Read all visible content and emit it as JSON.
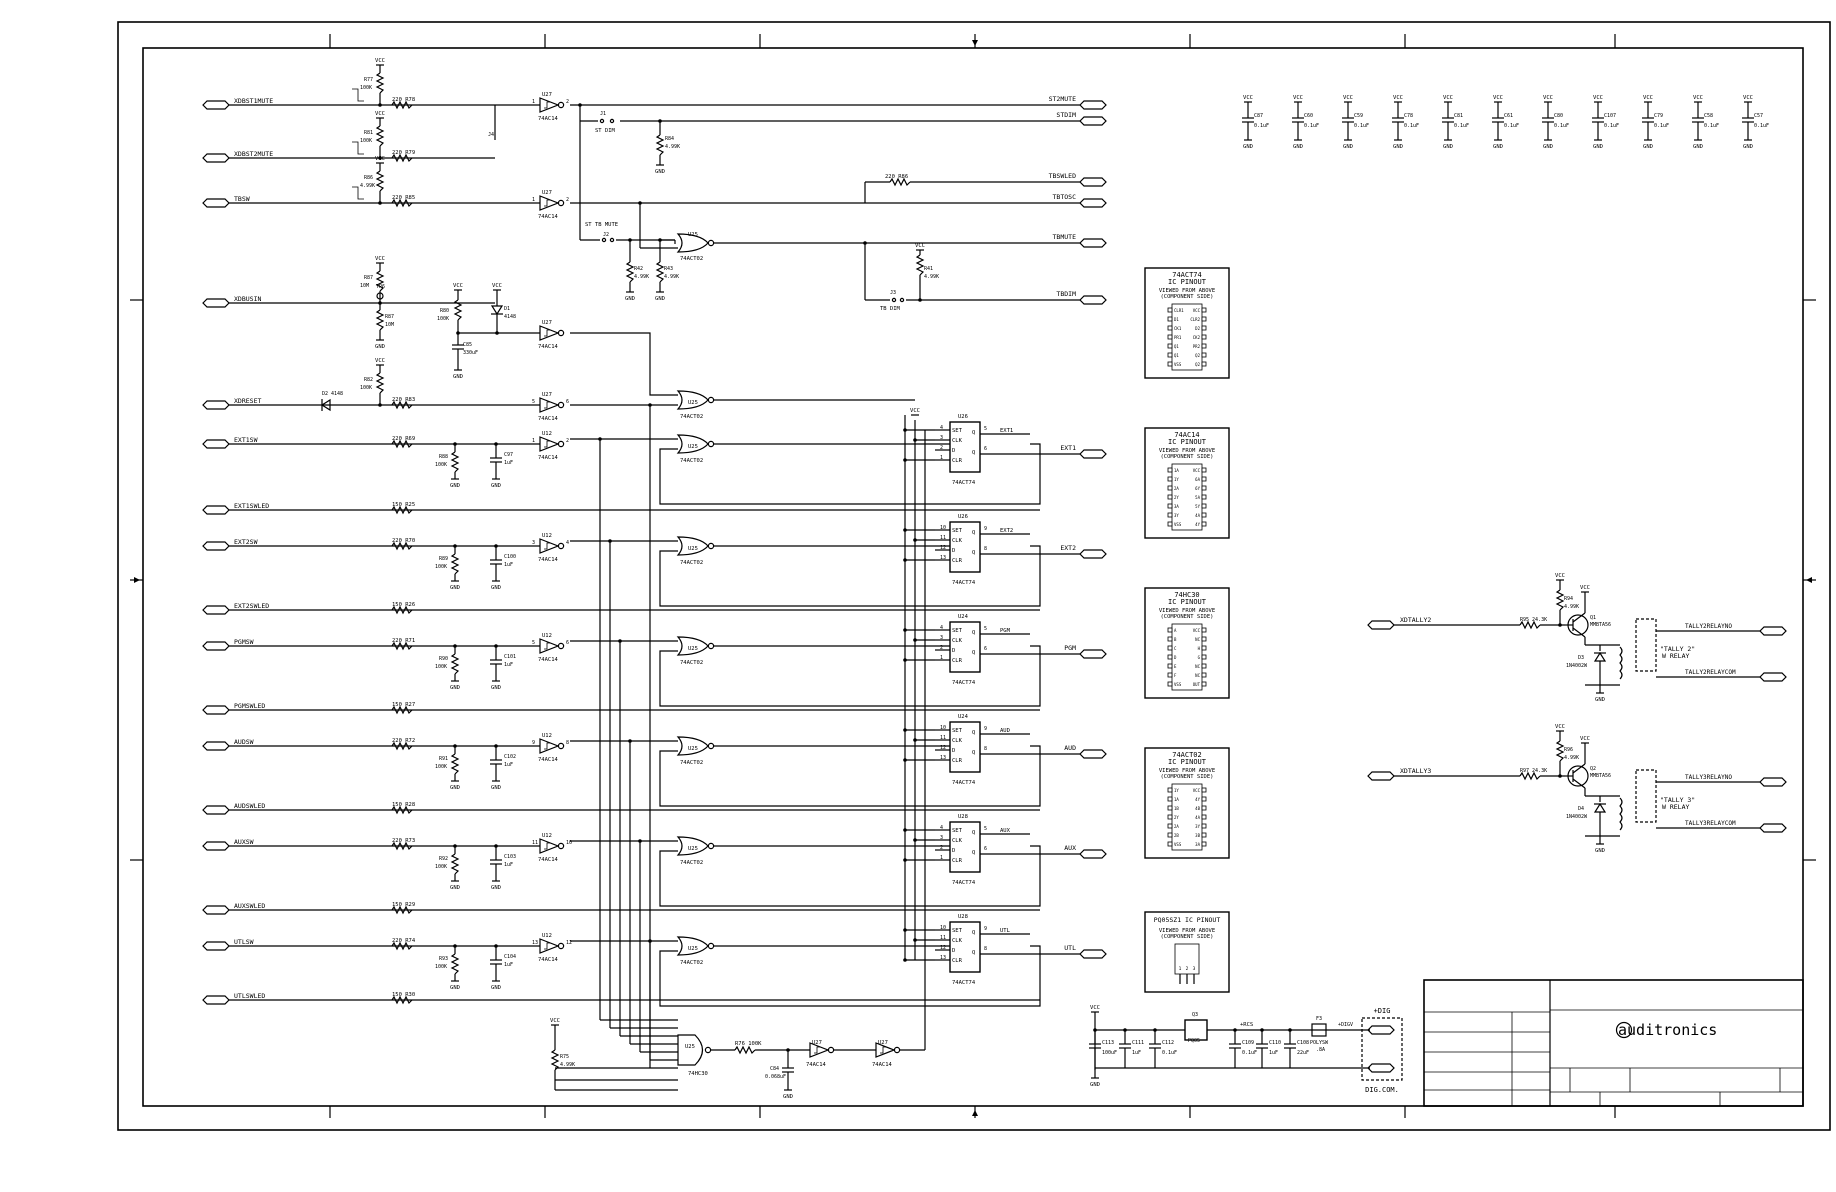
{
  "inputs": [
    {
      "net": "XDBST1MUTE",
      "res": "220",
      "rref": "R78",
      "pull": "R77",
      "pullv": "100K",
      "gate": "U27",
      "gpin": "74AC14",
      "pins": [
        "1",
        "2"
      ]
    },
    {
      "net": "XDBST2MUTE",
      "res": "220",
      "rref": "R79",
      "pull": "R81",
      "pullv": "100K"
    },
    {
      "net": "TBSW",
      "res": "220",
      "rref": "R85",
      "pull": "R86",
      "pullv": "4.99K",
      "gate": "U27",
      "gpin": "74AC14",
      "pins": [
        "1",
        "2"
      ]
    },
    {
      "net": "XDBUSIN",
      "tp": "TP6",
      "pull": "R87",
      "pullv": "10M"
    },
    {
      "net": "XDRESET",
      "res": "220",
      "rref": "R83",
      "diode": "D2 4148",
      "pull": "R82",
      "pullv": "100K",
      "gate": "U27",
      "gpin": "74AC14",
      "pins": [
        "5",
        "6"
      ]
    },
    {
      "net": "EXT1SW",
      "res": "220",
      "rref": "R69",
      "pull": "R88",
      "pullv": "100K",
      "cap": "C97",
      "capv": "1uF",
      "gate": "U12",
      "gpin": "74AC14",
      "pins": [
        "1",
        "2"
      ]
    },
    {
      "net": "EXT1SWLED",
      "res": "150",
      "rref": "R25"
    },
    {
      "net": "EXT2SW",
      "res": "220",
      "rref": "R70",
      "pull": "R89",
      "pullv": "100K",
      "cap": "C100",
      "capv": "1uF",
      "gate": "U12",
      "gpin": "74AC14",
      "pins": [
        "3",
        "4"
      ]
    },
    {
      "net": "EXT2SWLED",
      "res": "150",
      "rref": "R26"
    },
    {
      "net": "PGMSW",
      "res": "220",
      "rref": "R71",
      "pull": "R90",
      "pullv": "100K",
      "cap": "C101",
      "capv": "1uF",
      "gate": "U12",
      "gpin": "74AC14",
      "pins": [
        "5",
        "6"
      ]
    },
    {
      "net": "PGMSWLED",
      "res": "150",
      "rref": "R27"
    },
    {
      "net": "AUDSW",
      "res": "220",
      "rref": "R72",
      "pull": "R91",
      "pullv": "100K",
      "cap": "C102",
      "capv": "1uF",
      "gate": "U12",
      "gpin": "74AC14",
      "pins": [
        "9",
        "8"
      ]
    },
    {
      "net": "AUDSWLED",
      "res": "150",
      "rref": "R28"
    },
    {
      "net": "AUXSW",
      "res": "220",
      "rref": "R73",
      "pull": "R92",
      "pullv": "100K",
      "cap": "C103",
      "capv": "1uF",
      "gate": "U12",
      "gpin": "74AC14",
      "pins": [
        "11",
        "10"
      ]
    },
    {
      "net": "AUXSWLED",
      "res": "150",
      "rref": "R29"
    },
    {
      "net": "UTLSW",
      "res": "220",
      "rref": "R74",
      "pull": "R93",
      "pullv": "100K",
      "cap": "C104",
      "capv": "1uF",
      "gate": "U12",
      "gpin": "74AC14",
      "pins": [
        "13",
        "12"
      ]
    },
    {
      "net": "UTLSWLED",
      "res": "150",
      "rref": "R30"
    }
  ],
  "outputs": [
    "ST2MUTE",
    "STDIM",
    "TBSWLED",
    "TBTOSC",
    "TBMUTE",
    "TBDIM",
    "EXT1",
    "EXT2",
    "PGM",
    "AUD",
    "AUX",
    "UTL"
  ],
  "vcc_label": "VCC",
  "gnd_label": "GND",
  "jumpers": {
    "st_dim": "ST DIM",
    "st_tb_mute": "ST TB MUTE",
    "tb_dim": "TB DIM",
    "j1": "J1",
    "j2": "J2",
    "j3": "J3",
    "j4": "J4"
  },
  "misc_parts": {
    "r84": "R84",
    "r84v": "4.99K",
    "r42": "R42",
    "r42v": "4.99K",
    "r43": "R43",
    "r43v": "4.99K",
    "r41": "R41",
    "r41v": "4.99K",
    "r86": "R86",
    "r86v": "220",
    "r80": "R80",
    "r80v": "100K",
    "d1": "D1",
    "d1v": "4148",
    "c85": "C85",
    "c85v": "330uF",
    "u25": "U25",
    "nor": "74ACT02",
    "r75": "R75",
    "r75v": "4.99K",
    "r76": "R76",
    "r76v": "100K",
    "c84": "C84",
    "c84v": "0.068uF",
    "u25b": "U25",
    "nand": "74HC30",
    "u27": "U27",
    "inv": "74AC14"
  },
  "flipflops": [
    {
      "ref": "U26",
      "type": "74ACT74",
      "pins": [
        "4",
        "3",
        "2",
        "1",
        "5",
        "6"
      ],
      "out": "EXT1"
    },
    {
      "ref": "U26",
      "type": "74ACT74",
      "pins": [
        "10",
        "11",
        "12",
        "13",
        "9",
        "8"
      ],
      "out": "EXT2"
    },
    {
      "ref": "U24",
      "type": "74ACT74",
      "pins": [
        "4",
        "3",
        "2",
        "1",
        "5",
        "6"
      ],
      "out": "PGM"
    },
    {
      "ref": "U24",
      "type": "74ACT74",
      "pins": [
        "10",
        "11",
        "12",
        "13",
        "9",
        "8"
      ],
      "out": "AUD"
    },
    {
      "ref": "U28",
      "type": "74ACT74",
      "pins": [
        "4",
        "3",
        "2",
        "1",
        "5",
        "6"
      ],
      "out": "AUX"
    },
    {
      "ref": "U28",
      "type": "74ACT74",
      "pins": [
        "10",
        "11",
        "12",
        "13",
        "9",
        "8"
      ],
      "out": "UTL"
    }
  ],
  "ff_pins": {
    "set": "SET",
    "clk": "CLK",
    "clr": "CLR",
    "d": "D",
    "q": "Q",
    "qn": "Q"
  },
  "decoupling": [
    {
      "ref": "C87",
      "val": "0.1uF"
    },
    {
      "ref": "C60",
      "val": "0.1uF"
    },
    {
      "ref": "C59",
      "val": "0.1uF"
    },
    {
      "ref": "C78",
      "val": "0.1uF"
    },
    {
      "ref": "C81",
      "val": "0.1uF"
    },
    {
      "ref": "C61",
      "val": "0.1uF"
    },
    {
      "ref": "C80",
      "val": "0.1uF"
    },
    {
      "ref": "C107",
      "val": "0.1uF"
    },
    {
      "ref": "C79",
      "val": "0.1uF"
    },
    {
      "ref": "C58",
      "val": "0.1uF"
    },
    {
      "ref": "C57",
      "val": "0.1uF"
    }
  ],
  "pinouts": [
    {
      "title": "74ACT74",
      "sub": "IC PINOUT",
      "view": "VIEWED FROM ABOVE",
      "side": "(COMPONENT SIDE)",
      "left": [
        "CLR1",
        "D1",
        "CK1",
        "PR1",
        "Q1",
        "Q1",
        "VSS"
      ],
      "right": [
        "VCC",
        "CLR2",
        "D2",
        "CK2",
        "PR2",
        "Q2",
        "Q2"
      ]
    },
    {
      "title": "74AC14",
      "sub": "IC PINOUT",
      "view": "VIEWED FROM ABOVE",
      "side": "(COMPONENT SIDE)",
      "left": [
        "1A",
        "1Y",
        "2A",
        "2Y",
        "3A",
        "3Y",
        "VSS"
      ],
      "right": [
        "VCC",
        "6A",
        "6Y",
        "5A",
        "5Y",
        "4A",
        "4Y"
      ]
    },
    {
      "title": "74HC30",
      "sub": "IC PINOUT",
      "view": "VIEWED FROM ABOVE",
      "side": "(COMPONENT SIDE)",
      "left": [
        "A",
        "B",
        "C",
        "D",
        "E",
        "F",
        "VSS"
      ],
      "right": [
        "VCC",
        "NC",
        "H",
        "G",
        "NC",
        "NC",
        "OUT"
      ]
    },
    {
      "title": "74ACT02",
      "sub": "IC PINOUT",
      "view": "VIEWED FROM ABOVE",
      "side": "(COMPONENT SIDE)",
      "left": [
        "1Y",
        "1A",
        "1B",
        "2Y",
        "2A",
        "2B",
        "VSS"
      ],
      "right": [
        "VCC",
        "4Y",
        "4B",
        "4A",
        "3Y",
        "3B",
        "3A"
      ]
    }
  ],
  "regulator": {
    "title": "PQ05SZ1 IC PINOUT",
    "view": "VIEWED FROM ABOVE",
    "side": "(COMPONENT SIDE)",
    "pins": [
      "1",
      "2",
      "3"
    ]
  },
  "tally": [
    {
      "net": "XDTALLY2",
      "r": "R95",
      "rv": "24.3K",
      "rp": "R94",
      "rpv": "4.99K",
      "q": "Q1",
      "qt": "MMBTA56",
      "d": "D3",
      "dt": "1N4002W",
      "relay": "\"TALLY 2\"",
      "relay2": "W RELAY",
      "no": "TALLY2RELAYNO",
      "com": "TALLY2RELAYCOM"
    },
    {
      "net": "XDTALLY3",
      "r": "R97",
      "rv": "24.3K",
      "rp": "R96",
      "rpv": "4.99K",
      "q": "Q2",
      "qt": "MMBTA56",
      "d": "D4",
      "dt": "1N4002W",
      "relay": "\"TALLY 3\"",
      "relay2": "W RELAY",
      "no": "TALLY3RELAYNO",
      "com": "TALLY3RELAYCOM"
    }
  ],
  "power": {
    "vcc": "VCC",
    "c1": "C113",
    "c1v": "100uF",
    "c2": "C111",
    "c2v": "1uF",
    "c3": "C112",
    "c3v": "0.1uF",
    "q": "Q3",
    "qt": "PQ05",
    "out": "+RCS",
    "c4": "C109",
    "c4v": "0.1uF",
    "c5": "C110",
    "c5v": "1uF",
    "c6": "C108",
    "c6v": "22uF",
    "fuse": "F3",
    "fuset": "POLYSW",
    "fusev": ".8A",
    "dig": "+DIG",
    "digv": "+DIGV",
    "digcom": "DIG.COM.",
    "gnd": "GND"
  },
  "title_block": {
    "brand": "auditronics"
  }
}
